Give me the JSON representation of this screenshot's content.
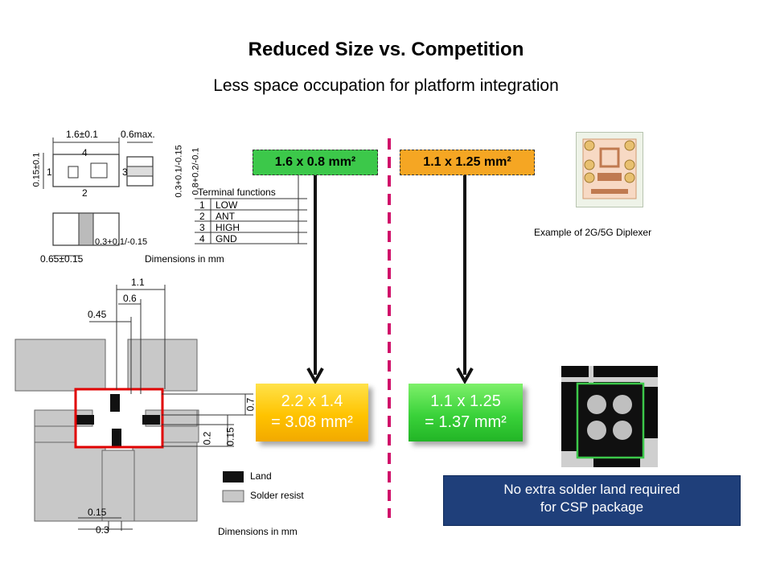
{
  "header": {
    "title": "Reduced Size vs. Competition",
    "subtitle": "Less space occupation for platform integration"
  },
  "left": {
    "size_label": "1.6 x 0.8 mm²",
    "result_line1": "2.2 x 1.4",
    "result_line2": "= 3.08 mm²",
    "package_drawing": {
      "dim_top": "1.6±0.1",
      "dim_max": "0.6max.",
      "dim_side": "0.15±0.1",
      "dim_h1": "0.3+0.1/-0.15",
      "dim_h2": "0.8+0.2/-0.1",
      "dim_bottom": "0.65±0.15",
      "dim_term": "0.3+0.1/-0.15",
      "pin_labels": [
        "1",
        "2",
        "3",
        "4"
      ],
      "terminal_title": "Terminal functions",
      "terminals": [
        {
          "num": "1",
          "name": "LOW"
        },
        {
          "num": "2",
          "name": "ANT"
        },
        {
          "num": "3",
          "name": "HIGH"
        },
        {
          "num": "4",
          "name": "GND"
        }
      ],
      "dimensions_note": "Dimensions in mm"
    },
    "land_drawing": {
      "dim_1_1": "1.1",
      "dim_0_6": "0.6",
      "dim_0_45": "0.45",
      "dim_0_7": "0.7",
      "dim_0_2": "0.2",
      "dim_0_15_right": "0.15",
      "dim_0_15_bottom": "0.15",
      "dim_0_3": "0.3",
      "legend_land": "Land",
      "legend_solder": "Solder resist",
      "dimensions_note": "Dimensions in mm"
    }
  },
  "right": {
    "size_label": "1.1 x 1.25 mm²",
    "result_line1": "1.1 x 1.25",
    "result_line2": "= 1.37 mm²",
    "example_caption": "Example of 2G/5G Diplexer",
    "note_line1": "No extra solder land required",
    "note_line2": "for CSP package"
  },
  "colors": {
    "divider": "#d0106a",
    "highlight_red": "#e00000",
    "highlight_green": "#3cc84a",
    "note_bg": "#1f3f7a"
  }
}
